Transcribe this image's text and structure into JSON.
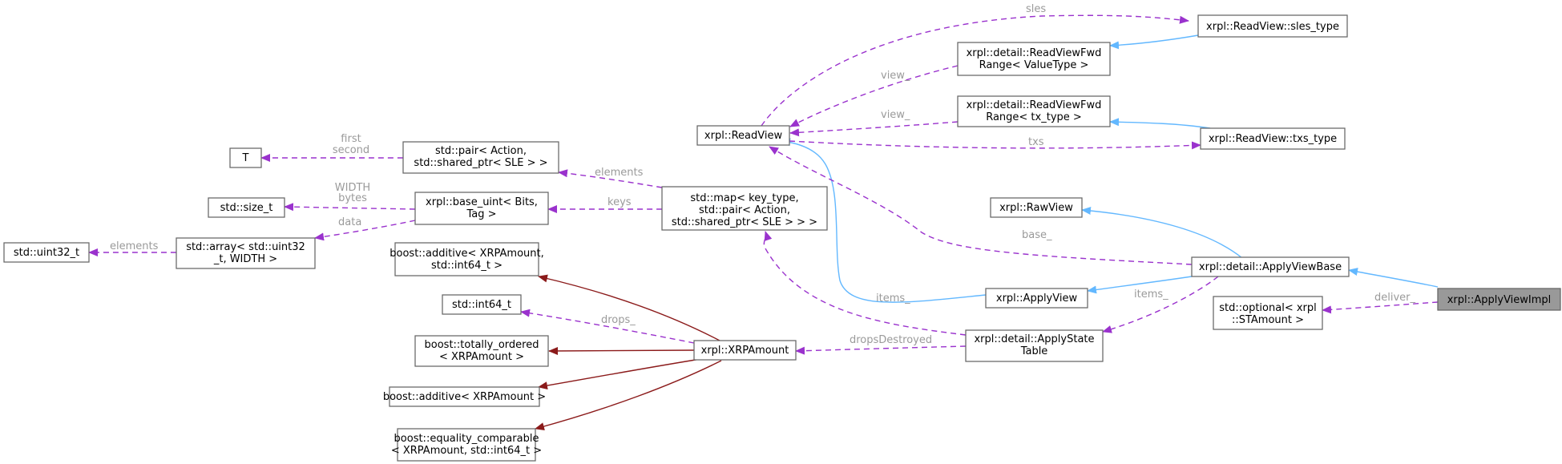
{
  "diagram": {
    "colors": {
      "usage": "#9a32cd",
      "inheritance": "#63b8ff",
      "template": "#8b1a1a",
      "highlight": "#999999"
    },
    "nodes": {
      "applyviewimpl": [
        "xrpl::ApplyViewImpl"
      ],
      "optional": [
        "std::optional< xrpl",
        "::STAmount >"
      ],
      "applyviewbase": [
        "xrpl::detail::ApplyViewBase"
      ],
      "rawview": [
        "xrpl::RawView"
      ],
      "applyview": [
        "xrpl::ApplyView"
      ],
      "applystatetable": [
        "xrpl::detail::ApplyState",
        "Table"
      ],
      "readview": [
        "xrpl::ReadView"
      ],
      "sles_type": [
        "xrpl::ReadView::sles_type"
      ],
      "txs_type": [
        "xrpl::ReadView::txs_type"
      ],
      "fwd_value": [
        "xrpl::detail::ReadViewFwd",
        "Range< ValueType >"
      ],
      "fwd_tx": [
        "xrpl::detail::ReadViewFwd",
        "Range< tx_type >"
      ],
      "map": [
        "std::map< key_type,",
        "std::pair< Action,",
        "std::shared_ptr< SLE > > >"
      ],
      "pair": [
        "std::pair< Action,",
        "std::shared_ptr< SLE > >"
      ],
      "base_uint": [
        "xrpl::base_uint< Bits,",
        "Tag >"
      ],
      "T": [
        "T"
      ],
      "size_t": [
        "std::size_t"
      ],
      "array": [
        "std::array< std::uint32",
        "_t, WIDTH >"
      ],
      "uint32": [
        "std::uint32_t"
      ],
      "xrpamount": [
        "xrpl::XRPAmount"
      ],
      "add_int64": [
        "boost::additive< XRPAmount,",
        "std::int64_t >"
      ],
      "int64": [
        "std::int64_t"
      ],
      "tot_ordered": [
        "boost::totally_ordered",
        "< XRPAmount >"
      ],
      "add_xrp": [
        "boost::additive< XRPAmount >"
      ],
      "eq_comp": [
        "boost::equality_comparable",
        "< XRPAmount, std::int64_t >"
      ]
    },
    "edge_labels": {
      "deliver": [
        "deliver_"
      ],
      "items": [
        "items_"
      ],
      "base": [
        "base_"
      ],
      "drops_destroyed": [
        "dropsDestroyed"
      ],
      "drops": [
        "drops_"
      ],
      "items_map": [
        "items_"
      ],
      "sles": [
        "sles"
      ],
      "txs": [
        "txs"
      ],
      "view_value": [
        "view_"
      ],
      "view_tx": [
        "view_"
      ],
      "elements_pair": [
        "elements"
      ],
      "keys": [
        "keys"
      ],
      "first_second": [
        "first",
        "second"
      ],
      "width_bytes": [
        "WIDTH",
        "bytes"
      ],
      "data": [
        "data"
      ],
      "elements_uint32": [
        "elements"
      ]
    }
  }
}
